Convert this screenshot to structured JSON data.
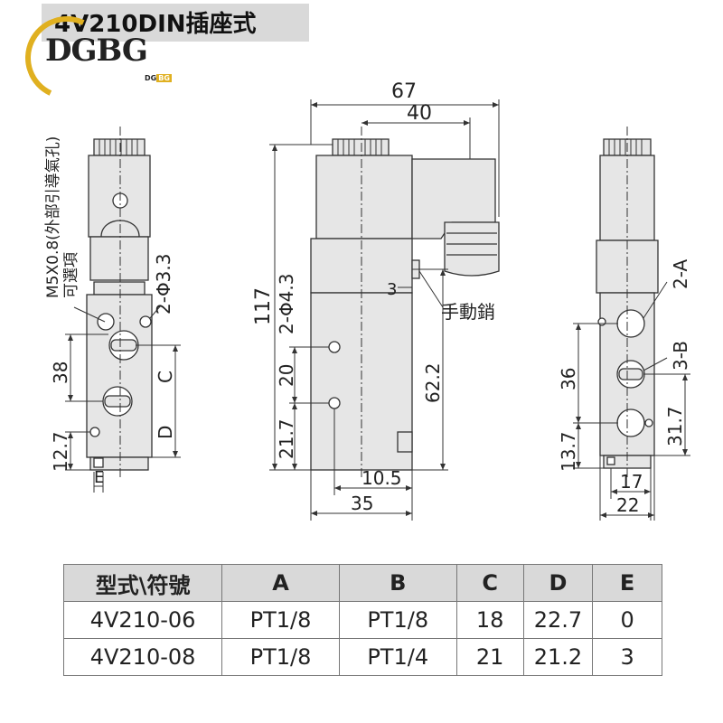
{
  "title": "4V210DIN插座式",
  "logo": {
    "text": "DGBG",
    "small_text": "DG",
    "small_accent": "BG"
  },
  "colors": {
    "body_fill": "#e6e6e6",
    "title_bg": "#d9d9d9",
    "header_bg": "#d9d9d9",
    "logo_accent": "#e0b020",
    "line": "#333333"
  },
  "left_view": {
    "vertical_note": "M5X0.8(外部引導氣孔)",
    "optional_note": "可選項",
    "dim_hole": "2-Φ3.3",
    "dim_38": "38",
    "dim_12_7": "12.7",
    "dim_c": "C",
    "dim_d": "D",
    "dim_e": "E"
  },
  "middle_view": {
    "dim_67": "67",
    "dim_40": "40",
    "dim_117": "117",
    "dim_hole": "2-Φ4.3",
    "dim_20": "20",
    "dim_21_7": "21.7",
    "dim_62_2": "62.2",
    "dim_3": "3",
    "manual_pin": "手動銷",
    "dim_10_5": "10.5",
    "dim_35": "35"
  },
  "right_view": {
    "dim_2a": "2-A",
    "dim_3b": "3-B",
    "dim_36": "36",
    "dim_13_7": "13.7",
    "dim_31_7": "31.7",
    "dim_17": "17",
    "dim_22": "22"
  },
  "table": {
    "headers": [
      "型式\\符號",
      "A",
      "B",
      "C",
      "D",
      "E"
    ],
    "rows": [
      [
        "4V210-06",
        "PT1/8",
        "PT1/8",
        "18",
        "22.7",
        "0"
      ],
      [
        "4V210-08",
        "PT1/8",
        "PT1/4",
        "21",
        "21.2",
        "3"
      ]
    ]
  }
}
